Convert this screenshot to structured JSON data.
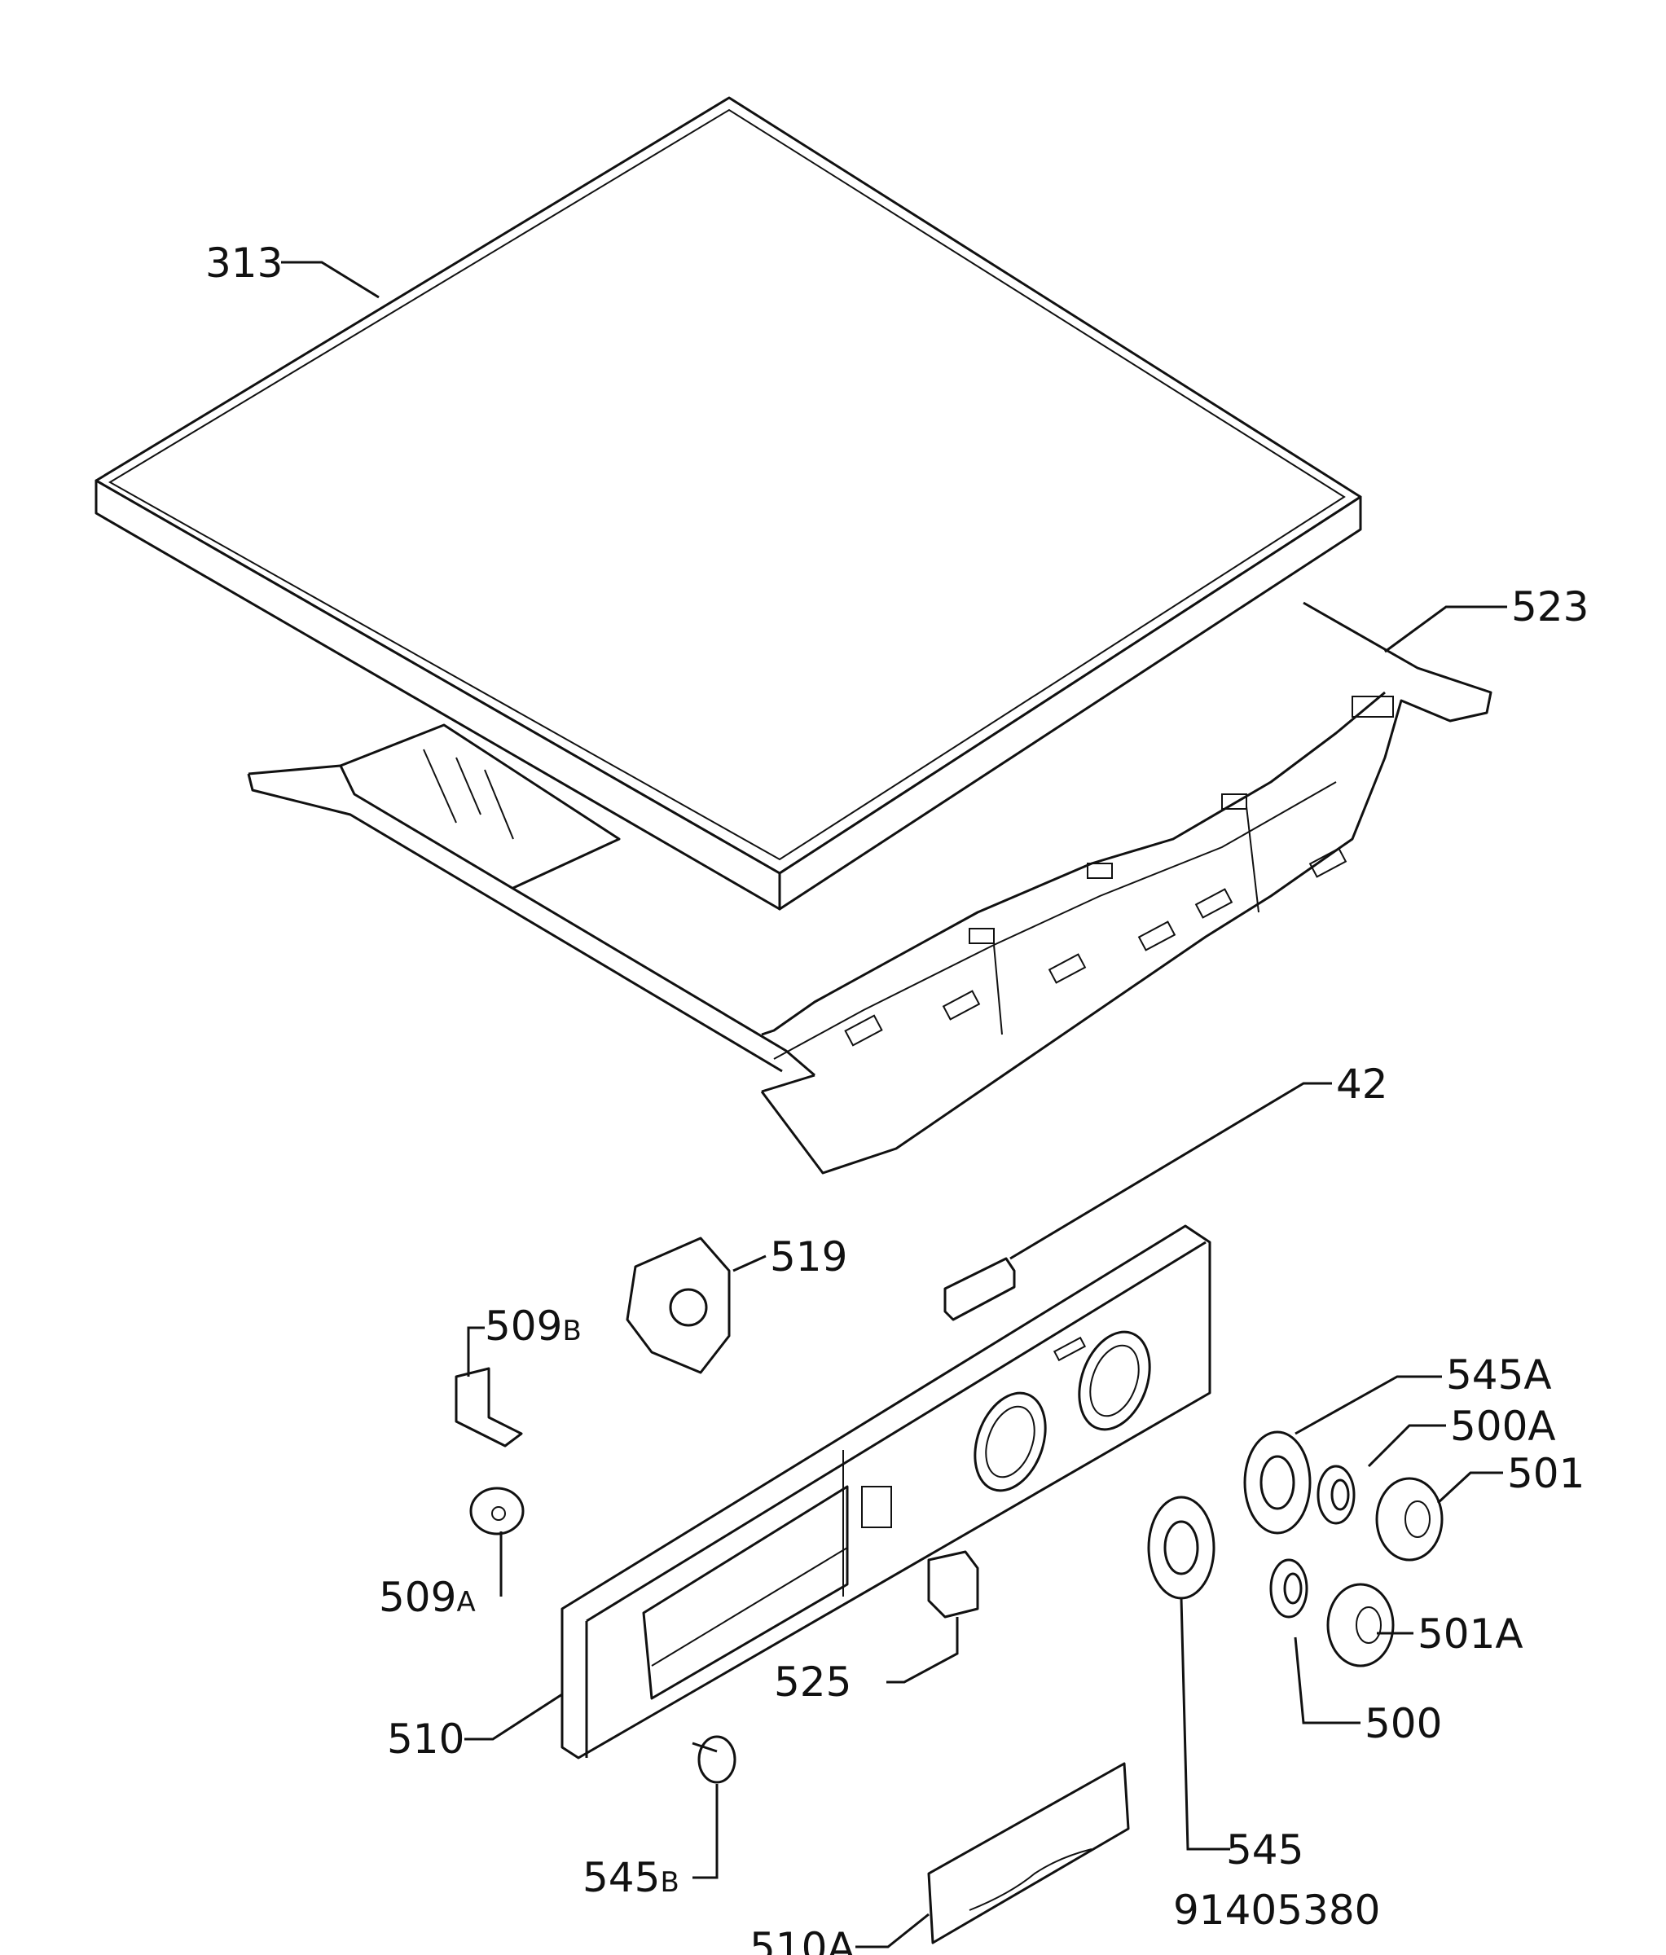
{
  "labels": {
    "l313": "313",
    "l523": "523",
    "l42": "42",
    "l519": "519",
    "l509b_main": "509",
    "l509b_suffix": "B",
    "l545a": "545A",
    "l500a": "500A",
    "l501": "501",
    "l509a_main": "509",
    "l509a_suffix": "A",
    "l501a": "501A",
    "l525": "525",
    "l510": "510",
    "l500": "500",
    "l545_main": "545",
    "l545b_main": "545",
    "l545b_suffix": "B",
    "l510a": "510A"
  },
  "drawing_number": "91405380"
}
